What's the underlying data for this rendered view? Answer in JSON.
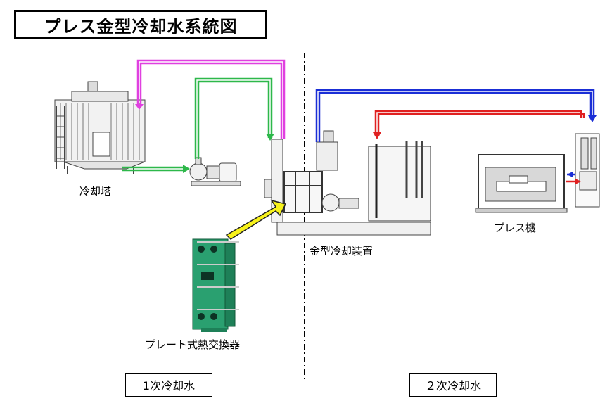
{
  "title": "プレス金型冷却水系統図",
  "labels": {
    "cooling_tower": "冷却塔",
    "mold_cooler": "金型冷却装置",
    "press": "プレス機",
    "plate_hx": "プレート式熱交換器"
  },
  "zones": {
    "primary": "1次冷却水",
    "secondary": "２次冷却水"
  },
  "colors": {
    "magenta_line": "#e040e0",
    "green_line": "#2db84a",
    "blue_line": "#1a2ed6",
    "red_line": "#e02020",
    "pointer_fill": "#f7f21a",
    "hx_green": "#2aa070"
  }
}
